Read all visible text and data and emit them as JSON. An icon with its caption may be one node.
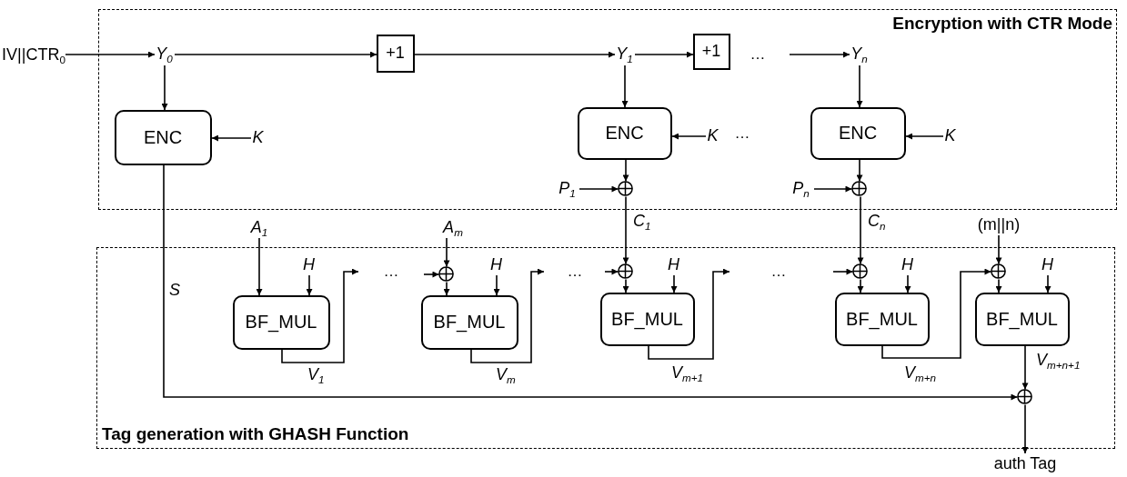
{
  "diagram": {
    "nodes": [
      {
        "text": [
          "Encryption with CTR Mode"
        ]
      },
      {
        "text": [
          "IV||CTR$_{0}$"
        ]
      },
      {
        "text": [
          "Y$_{0}$"
        ],
        "in": 0
      },
      {
        "text": [
          "+1"
        ],
        "in": 0
      },
      {
        "text": [
          "Y$_{1}$"
        ],
        "in": 0
      },
      {
        "text": [
          "+1"
        ],
        "in": 0
      },
      {
        "text": [
          "Y$_{n}$"
        ],
        "in": 0
      },
      {
        "text": [
          "ENC"
        ],
        "in": 0
      },
      {
        "text": [
          "K"
        ],
        "in": 0
      },
      {
        "text": [
          "ENC"
        ],
        "in": 0
      },
      {
        "text": [
          "K"
        ],
        "in": 0
      },
      {
        "text": [
          "ENC"
        ],
        "in": 0
      },
      {
        "text": [
          "K"
        ],
        "in": 0
      },
      {
        "text": [
          "P$_{1}$"
        ],
        "in": 0
      },
      {
        "text": [],
        "shape": "circle",
        "in": 0
      },
      {
        "text": [
          "P$_{n}$"
        ],
        "in": 0
      },
      {
        "text": [],
        "shape": "circle",
        "in": 0
      },
      {
        "text": [
          "Tag generation with GHASH Function"
        ]
      },
      {
        "text": [
          "A$_{1}$"
        ]
      },
      {
        "text": [
          "H"
        ],
        "in": 17
      },
      {
        "text": [
          "BF_MUL"
        ],
        "in": 17
      },
      {
        "text": [
          "A$_{m}$"
        ]
      },
      {
        "text": [],
        "shape": "circle",
        "in": 17
      },
      {
        "text": [
          "H"
        ],
        "in": 17
      },
      {
        "text": [
          "BF_MUL"
        ],
        "in": 17
      },
      {
        "text": [],
        "shape": "circle",
        "in": 17
      },
      {
        "text": [
          "H"
        ],
        "in": 17
      },
      {
        "text": [
          "BF_MUL"
        ],
        "in": 17
      },
      {
        "text": [],
        "shape": "circle",
        "in": 17
      },
      {
        "text": [
          "H"
        ],
        "in": 17
      },
      {
        "text": [
          "BF_MUL"
        ],
        "in": 17
      },
      {
        "text": [
          "(m||n)"
        ]
      },
      {
        "text": [],
        "shape": "circle",
        "in": 17
      },
      {
        "text": [
          "H"
        ],
        "in": 17
      },
      {
        "text": [
          "BF_MUL"
        ],
        "in": 17
      },
      {
        "text": [],
        "shape": "circle",
        "in": 17
      },
      {
        "text": [
          "auth Tag"
        ]
      }
    ],
    "edges": [
      {
        "from": 1,
        "to": 2,
        "arrow": "to"
      },
      {
        "from": 2,
        "to": 3,
        "arrow": "to"
      },
      {
        "from": 3,
        "to": 4,
        "arrow": "to"
      },
      {
        "from": 4,
        "to": 5,
        "arrow": "to"
      },
      {
        "from": null,
        "to": 6,
        "arrow": "to"
      },
      {
        "from": 2,
        "to": 7,
        "arrow": "to"
      },
      {
        "from": 4,
        "to": 9,
        "arrow": "to"
      },
      {
        "from": 6,
        "to": 11,
        "arrow": "to"
      },
      {
        "from": 8,
        "to": 7,
        "arrow": "to"
      },
      {
        "from": 10,
        "to": 9,
        "arrow": "to"
      },
      {
        "from": 12,
        "to": 11,
        "arrow": "to"
      },
      {
        "from": 9,
        "to": 14,
        "arrow": "to"
      },
      {
        "from": 13,
        "to": 14,
        "arrow": "to"
      },
      {
        "from": 11,
        "to": 16,
        "arrow": "to"
      },
      {
        "from": 15,
        "to": 16,
        "arrow": "to"
      },
      {
        "from": 14,
        "to": 25,
        "arrow": "to",
        "label": "C$_{1}$"
      },
      {
        "from": 16,
        "to": 28,
        "arrow": "to",
        "label": "C$_{n}$"
      },
      {
        "from": 18,
        "to": 20,
        "arrow": "to"
      },
      {
        "from": 19,
        "to": 20,
        "arrow": "to"
      },
      {
        "from": 20,
        "to": null,
        "arrow": "to",
        "label": "V$_{1}$"
      },
      {
        "from": null,
        "to": 22,
        "arrow": "to"
      },
      {
        "from": 21,
        "to": 22,
        "arrow": "to"
      },
      {
        "from": 22,
        "to": 24,
        "arrow": "to"
      },
      {
        "from": 23,
        "to": 24,
        "arrow": "to"
      },
      {
        "from": 24,
        "to": null,
        "arrow": "to",
        "label": "V$_{m}$"
      },
      {
        "from": null,
        "to": 25,
        "arrow": "to"
      },
      {
        "from": 25,
        "to": 27,
        "arrow": "to"
      },
      {
        "from": 26,
        "to": 27,
        "arrow": "to"
      },
      {
        "from": 27,
        "to": null,
        "arrow": "to",
        "label": "V$_{m+1}$"
      },
      {
        "from": null,
        "to": 28,
        "arrow": "to"
      },
      {
        "from": 28,
        "to": 30,
        "arrow": "to"
      },
      {
        "from": 29,
        "to": 30,
        "arrow": "to"
      },
      {
        "from": 30,
        "to": 32,
        "arrow": "to",
        "label": "V$_{m+n}$"
      },
      {
        "from": 31,
        "to": 32,
        "arrow": "to"
      },
      {
        "from": 32,
        "to": 34,
        "arrow": "to"
      },
      {
        "from": 33,
        "to": 34,
        "arrow": "to"
      },
      {
        "from": 34,
        "to": 35,
        "arrow": "to",
        "label": "V$_{m+n+1}$"
      },
      {
        "from": 7,
        "to": 35,
        "arrow": "to",
        "label": "S"
      },
      {
        "from": 35,
        "to": 36,
        "arrow": "to"
      }
    ],
    "labels": [
      "…",
      "…",
      "…",
      "…",
      "…"
    ]
  }
}
